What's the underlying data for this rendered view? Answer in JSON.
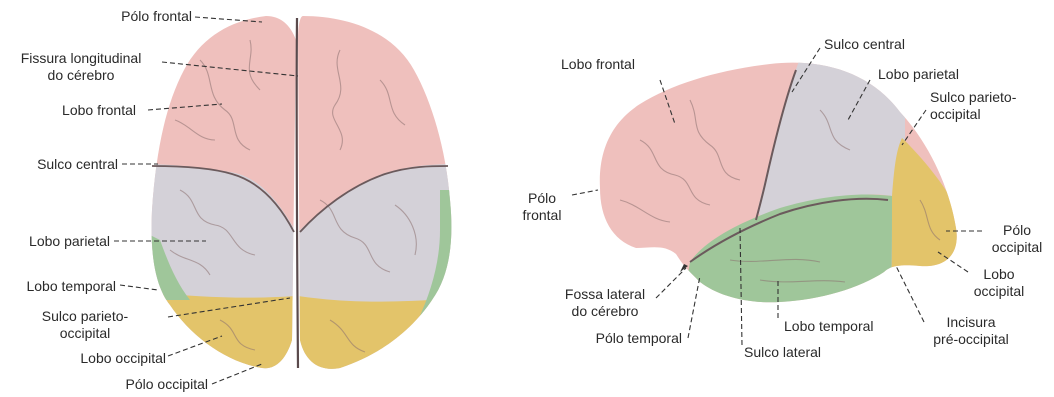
{
  "colors": {
    "frontal": "#efc0bd",
    "parietal": "#d4d1d8",
    "temporal": "#9fc69a",
    "occipital": "#e3c46a",
    "sulcus": "#6b5a5c",
    "leader": "#333333",
    "text": "#2a2a2a"
  },
  "superior_view": {
    "labels": {
      "polo_frontal": "Pólo frontal",
      "fissura_1": "Fissura longitudinal",
      "fissura_2": "do cérebro",
      "lobo_frontal": "Lobo frontal",
      "sulco_central": "Sulco central",
      "lobo_parietal": "Lobo parietal",
      "lobo_temporal": "Lobo temporal",
      "sulco_po_1": "Sulco parieto-",
      "sulco_po_2": "occipital",
      "lobo_occipital": "Lobo occipital",
      "polo_occipital": "Pólo occipital"
    }
  },
  "lateral_view": {
    "labels": {
      "lobo_frontal": "Lobo frontal",
      "sulco_central": "Sulco central",
      "lobo_parietal": "Lobo parietal",
      "sulco_po_1": "Sulco parieto-",
      "sulco_po_2": "occipital",
      "polo_frontal_1": "Pólo",
      "polo_frontal_2": "frontal",
      "polo_occipital_1": "Pólo",
      "polo_occipital_2": "occipital",
      "lobo_occipital_1": "Lobo",
      "lobo_occipital_2": "occipital",
      "fossa_1": "Fossa lateral",
      "fossa_2": "do cérebro",
      "polo_temporal": "Pólo temporal",
      "lobo_temporal": "Lobo temporal",
      "sulco_lateral": "Sulco lateral",
      "incisura_1": "Incisura",
      "incisura_2": "pré-occipital"
    }
  }
}
